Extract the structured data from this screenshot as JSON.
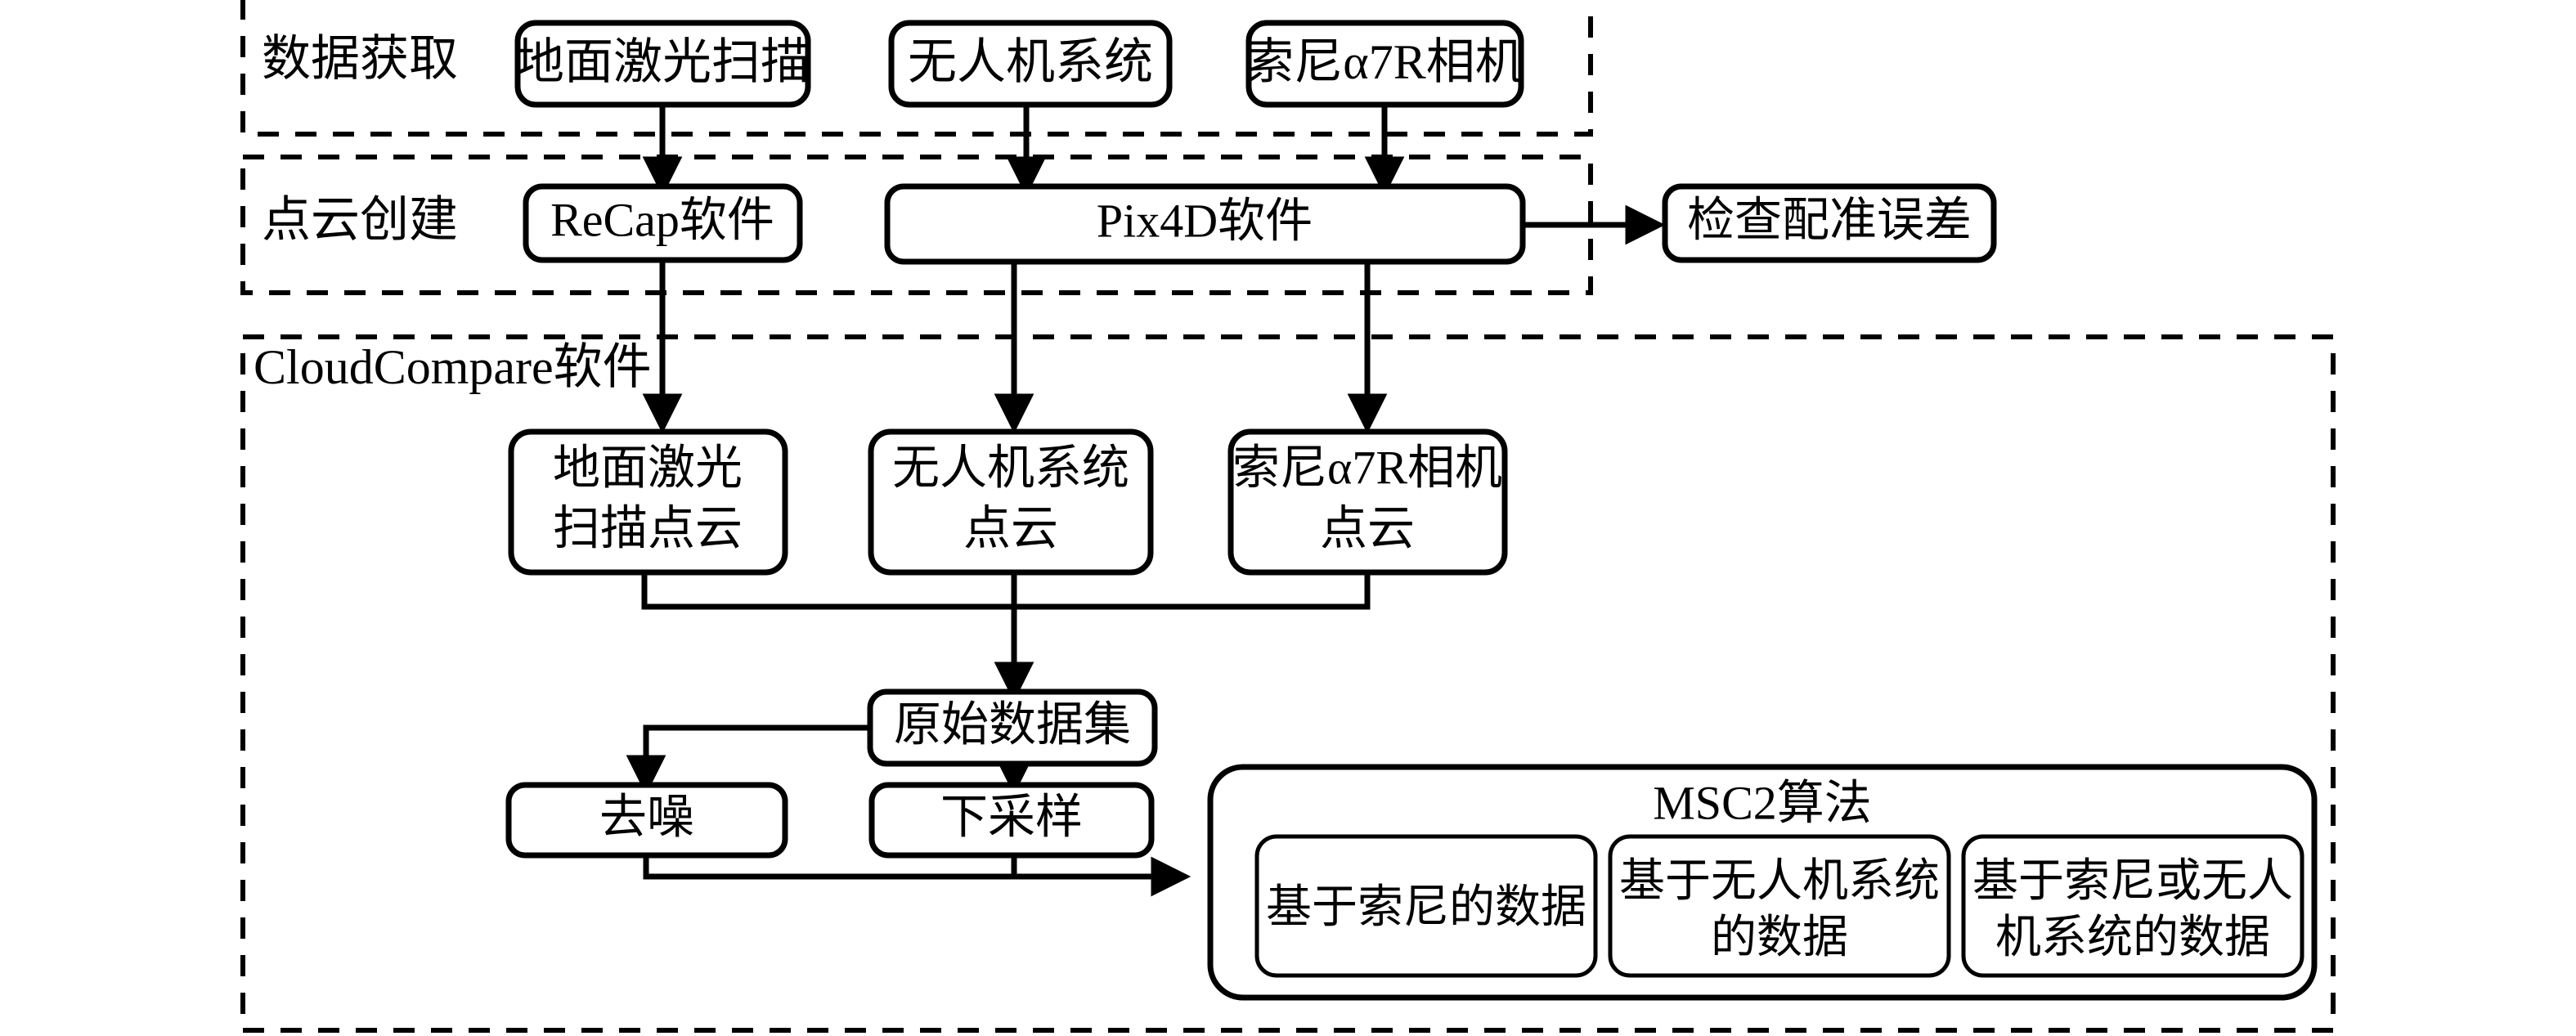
{
  "diagram": {
    "title": "Point cloud processing workflow",
    "sections": [
      {
        "id": "data-acquisition",
        "label": "数据获取"
      },
      {
        "id": "point-cloud-creation",
        "label": "点云创建"
      },
      {
        "id": "cloudcompare",
        "label": "CloudCompare软件"
      }
    ],
    "nodes": {
      "tls": {
        "label": "地面激光扫描"
      },
      "uav": {
        "label": "无人机系统"
      },
      "sony": {
        "label": "索尼α7R相机"
      },
      "recap": {
        "label": "ReCap软件"
      },
      "pix4d": {
        "label": "Pix4D软件"
      },
      "check_error": {
        "label": "检查配准误差"
      },
      "tls_cloud_l1": {
        "label": "地面激光"
      },
      "tls_cloud_l2": {
        "label": "扫描点云"
      },
      "uav_cloud_l1": {
        "label": "无人机系统"
      },
      "uav_cloud_l2": {
        "label": "点云"
      },
      "sony_cloud_l1": {
        "label": "索尼α7R相机"
      },
      "sony_cloud_l2": {
        "label": "点云"
      },
      "raw_dataset": {
        "label": "原始数据集"
      },
      "denoise": {
        "label": "去噪"
      },
      "downsample": {
        "label": "下采样"
      },
      "msc2": {
        "label": "MSC2算法"
      },
      "msc2_a_l1": {
        "label": "基于索尼的数据"
      },
      "msc2_b_l1": {
        "label": "基于无人机系统"
      },
      "msc2_b_l2": {
        "label": "的数据"
      },
      "msc2_c_l1": {
        "label": "基于索尼或无人"
      },
      "msc2_c_l2": {
        "label": "机系统的数据"
      }
    },
    "colors": {
      "stroke": "#000000",
      "fill": "#ffffff",
      "background": "#ffffff"
    }
  }
}
